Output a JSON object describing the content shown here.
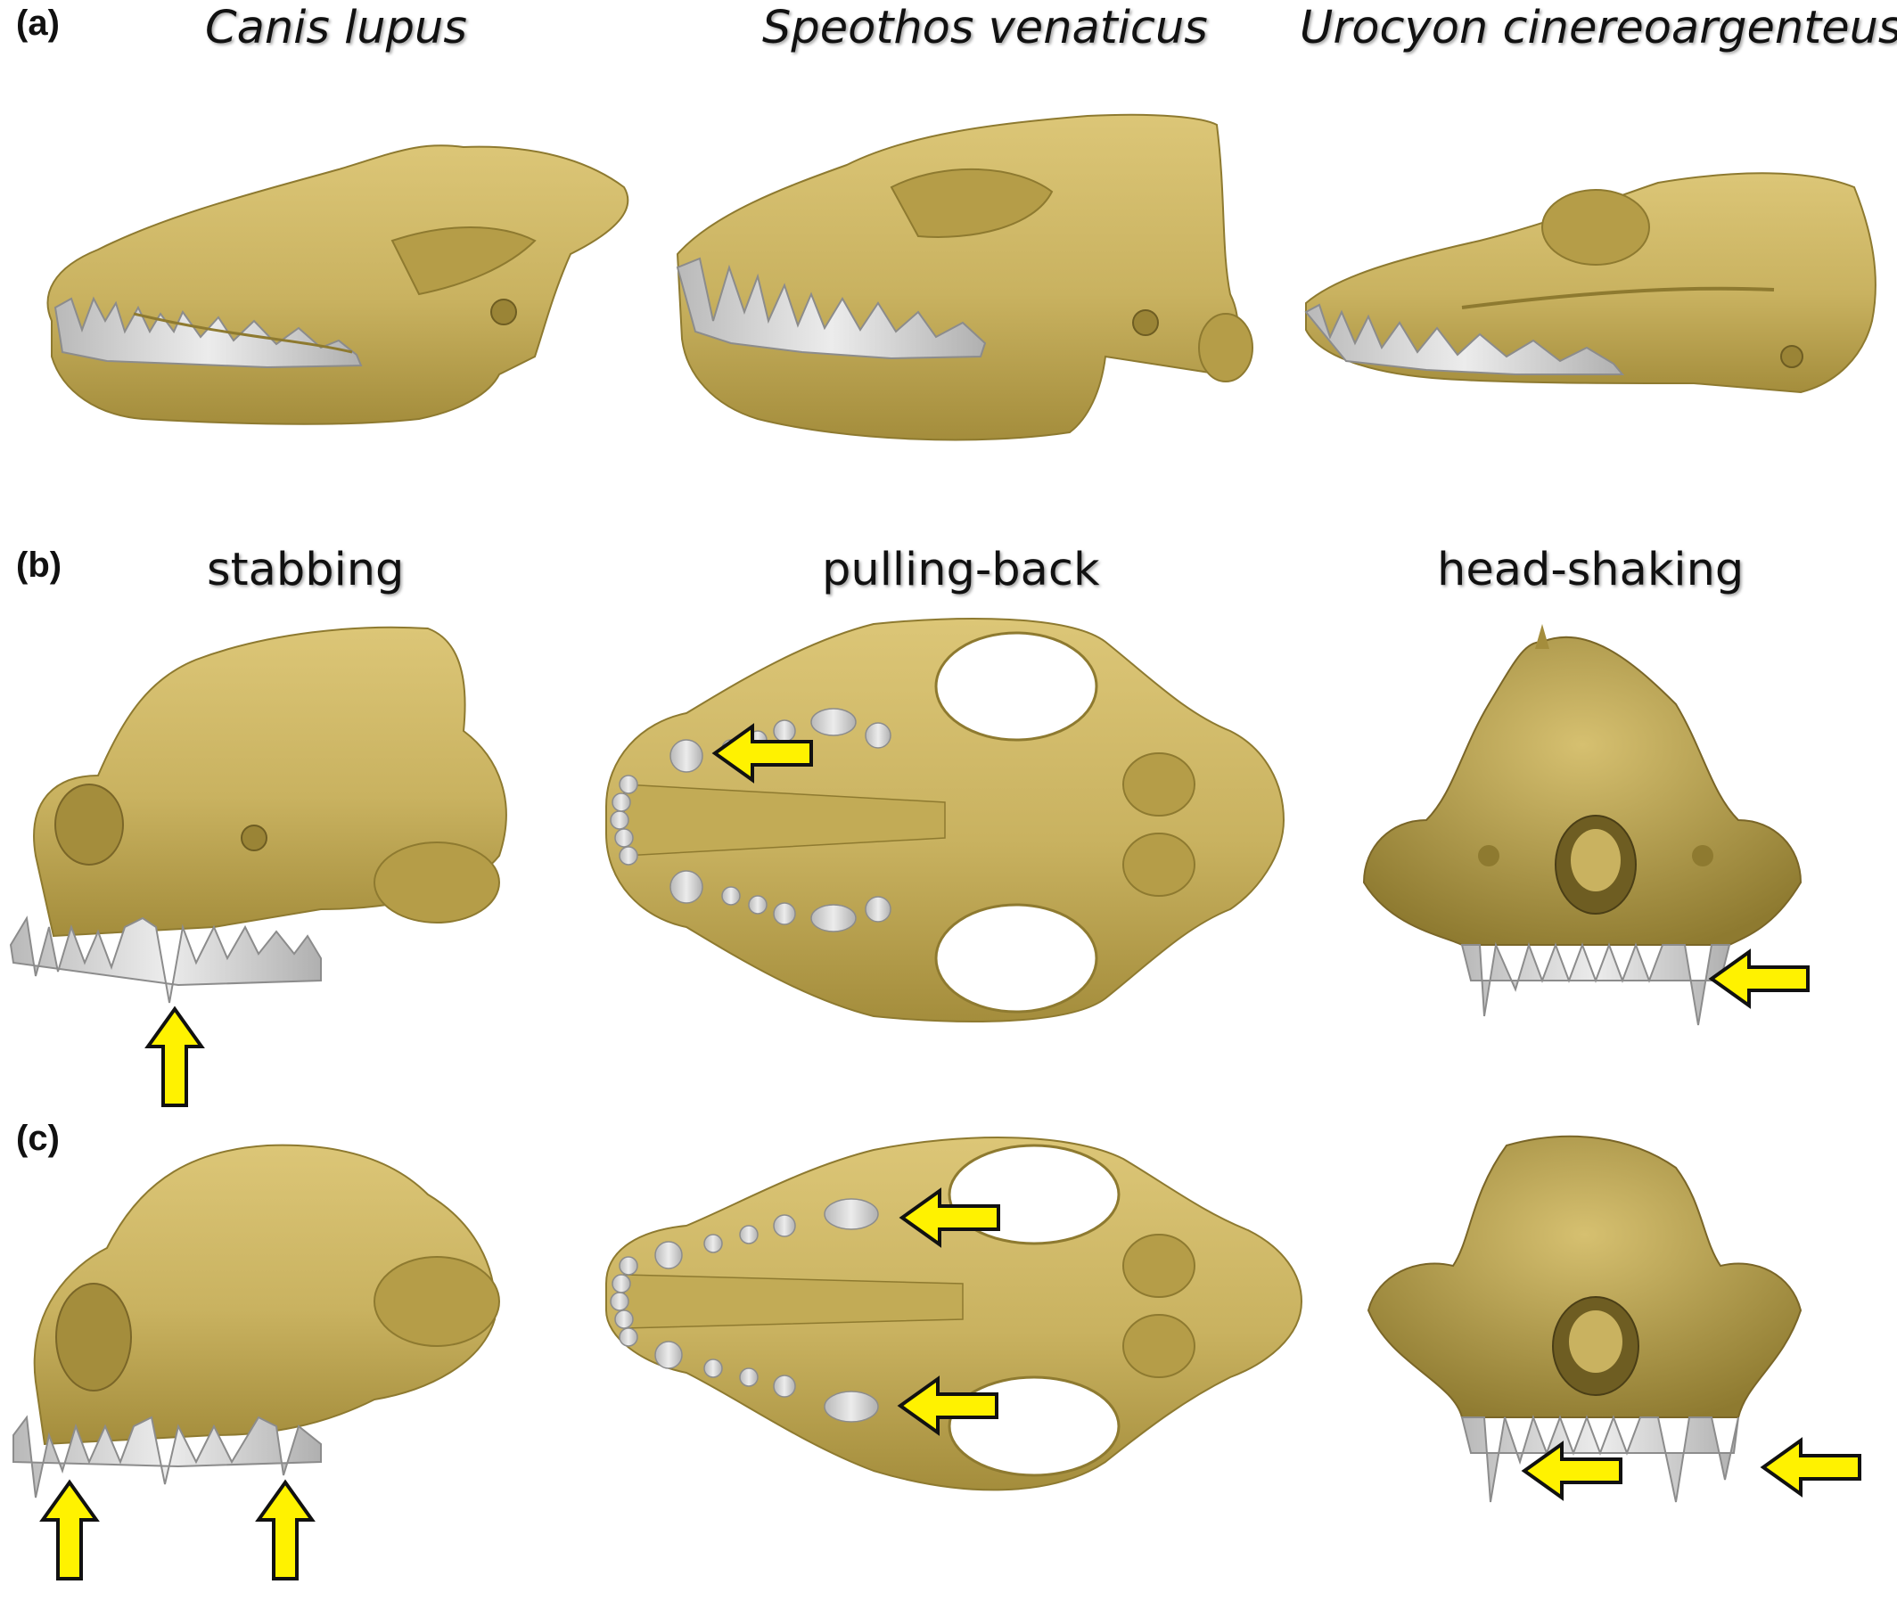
{
  "figure": {
    "panels": {
      "a": {
        "label": "(a)",
        "titles": [
          "Canis lupus",
          "Speothos venaticus",
          "Urocyon cinereoargenteus"
        ]
      },
      "b": {
        "label": "(b)",
        "titles": [
          "stabbing",
          "pulling-back",
          "head-shaking"
        ]
      },
      "c": {
        "label": "(c)"
      }
    },
    "colors": {
      "bone": "#cdb765",
      "bone_dark": "#a8923f",
      "tooth": "#d4d4d4",
      "tooth_edge": "#9a9a9a",
      "arrow_fill": "#fff200",
      "arrow_stroke": "#111111"
    }
  }
}
